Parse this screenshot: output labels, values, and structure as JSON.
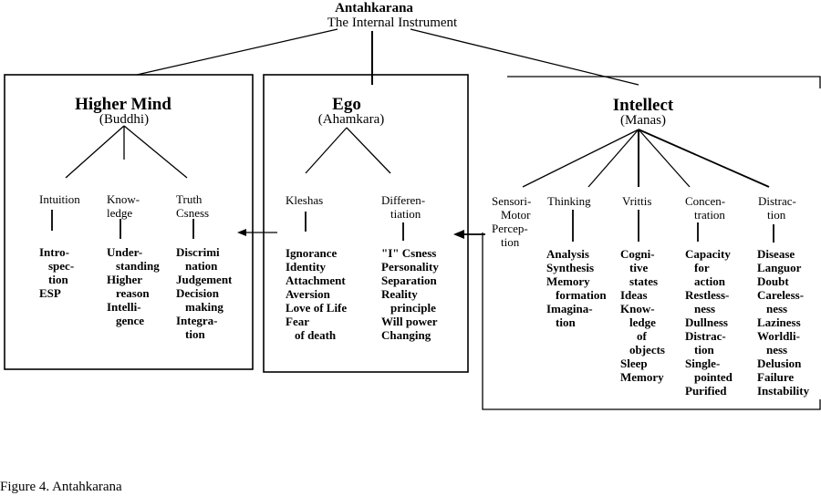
{
  "root": {
    "title": "Antahkarana",
    "subtitle": "The Internal Instrument"
  },
  "caption": "Figure 4. Antahkarana",
  "higher_mind": {
    "title": "Higher Mind",
    "sanskrit": "(Buddhi)",
    "branches": [
      {
        "label": [
          "Intuition"
        ],
        "items": [
          "Intro-",
          "spec-",
          "tion",
          "ESP"
        ]
      },
      {
        "label": [
          "Know-",
          "ledge"
        ],
        "items": [
          "Under-",
          "standing",
          "Higher",
          "reason",
          "Intelli-",
          "gence"
        ]
      },
      {
        "label": [
          "Truth",
          "Csness"
        ],
        "items": [
          "Discrimi",
          "nation",
          "Judgement",
          "Decision",
          "making",
          "Integra-",
          "tion"
        ]
      }
    ]
  },
  "ego": {
    "title": "Ego",
    "sanskrit": "(Ahamkara)",
    "branches": [
      {
        "label": [
          "Kleshas"
        ],
        "items": [
          "Ignorance",
          "Identity",
          "Attachment",
          "Aversion",
          "Love of Life",
          "Fear",
          "of death"
        ]
      },
      {
        "label": [
          "Differen-",
          "tiation"
        ],
        "items": [
          "\"I\" Csness",
          "Personality",
          "Separation",
          "Reality",
          "principle",
          "Will power",
          "Changing"
        ]
      }
    ]
  },
  "intellect": {
    "title": "Intellect",
    "sanskrit": "(Manas)",
    "branches": [
      {
        "label": [
          "Sensori-",
          "Motor",
          "Percep-",
          "tion"
        ],
        "items": []
      },
      {
        "label": [
          "Thinking"
        ],
        "items": [
          "Analysis",
          "Synthesis",
          "Memory",
          "formation",
          "Imagina-",
          "tion"
        ]
      },
      {
        "label": [
          "Vrittis"
        ],
        "items": [
          "Cogni-",
          "tive",
          "states",
          "Ideas",
          "Know-",
          "ledge",
          "of",
          "objects",
          "Sleep",
          "Memory"
        ]
      },
      {
        "label": [
          "Concen-",
          "tration"
        ],
        "items": [
          "Capacity",
          "for",
          "action",
          "Restless-",
          "ness",
          "Dullness",
          "Distrac-",
          "tion",
          "Single-",
          "pointed",
          "Purified"
        ]
      },
      {
        "label": [
          "Distrac-",
          "tion"
        ],
        "items": [
          "Disease",
          "Languor",
          "Doubt",
          "Careless-",
          "ness",
          "Laziness",
          "Worldli-",
          "ness",
          "Delusion",
          "Failure",
          "Instability"
        ]
      }
    ]
  }
}
